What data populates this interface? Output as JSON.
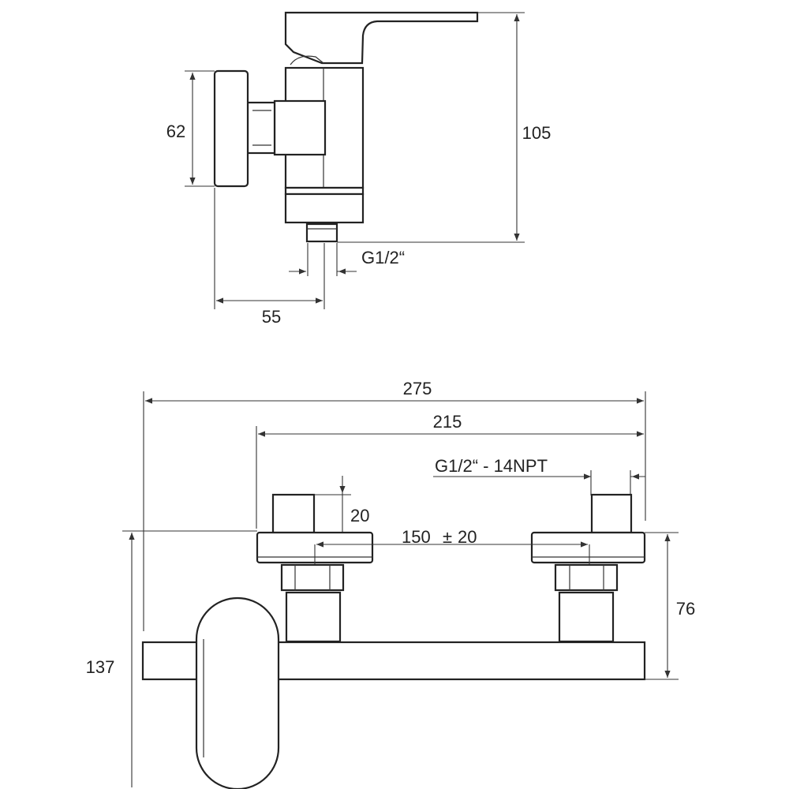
{
  "side_view": {
    "dim_height_label": "105",
    "dim_knob_label": "62",
    "dim_depth_label": "55",
    "thread_label": "G1/2“"
  },
  "front_view": {
    "dim_overall_width_label": "275",
    "dim_inner_width_label": "215",
    "thread_label": "G1/2“ - 14NPT",
    "dim_connector_label": "20",
    "dim_spacing_label": "150",
    "dim_spacing_tolerance_label": "±",
    "dim_spacing_tolerance_value": "20",
    "dim_body_height_label": "76",
    "dim_total_height_label": "137"
  }
}
